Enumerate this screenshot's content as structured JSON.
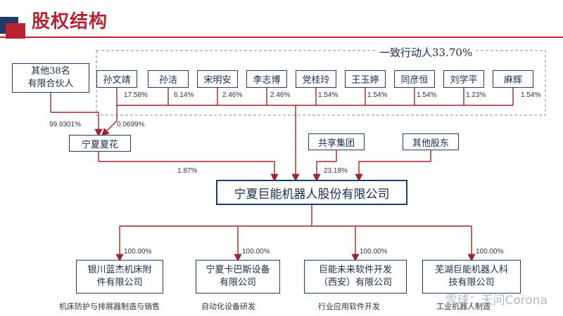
{
  "title": "股权结构",
  "concerted_group": {
    "label": "一致行动人33.70%",
    "members": [
      {
        "name": "孙文靖",
        "pct": "17.58%"
      },
      {
        "name": "孙洁",
        "pct": "6.14%"
      },
      {
        "name": "宋明安",
        "pct": "2.46%"
      },
      {
        "name": "李志博",
        "pct": "2.46%"
      },
      {
        "name": "党桂玲",
        "pct": "1.54%"
      },
      {
        "name": "王玉婷",
        "pct": "1.54%"
      },
      {
        "name": "同彦恒",
        "pct": "1.54%"
      },
      {
        "name": "刘学平",
        "pct": "1.23%"
      },
      {
        "name": "麻辉",
        "pct": "1.54%"
      }
    ]
  },
  "partners": {
    "name": "其他38名\n有限合伙人",
    "pct": "99.9301%"
  },
  "sun_to_ningxia_pct": "0.0699%",
  "ningxia_xiahua": {
    "name": "宁夏夏花",
    "pct": "1.87%"
  },
  "gongxiang": {
    "name": "共享集团",
    "pct": "23.18%"
  },
  "other_shareholders": {
    "name": "其他股东"
  },
  "parent": {
    "name": "宁夏巨能机器人股份有限公司"
  },
  "subsidiaries": [
    {
      "name": "银川蓝杰机床附\n件有限公司",
      "pct": "100.00%",
      "business": "机床防护与排屑器制造与销售"
    },
    {
      "name": "宁夏卡巴斯设备\n有限公司",
      "pct": "100.00%",
      "business": "自动化设备研发"
    },
    {
      "name": "巨能未来软件开发\n（西安）有限公司",
      "pct": "100.00%",
      "business": "行业应用软件开发"
    },
    {
      "name": "芜湖巨能机器人科\n技有限公司",
      "pct": "100.00%",
      "business": "工业机器人制造"
    }
  ],
  "watermark": "雪球：天问Corona",
  "colors": {
    "title_red": "#b8232f",
    "box_border": "#1f3b68",
    "line_red": "#a3242b",
    "dashed": "#888888"
  }
}
